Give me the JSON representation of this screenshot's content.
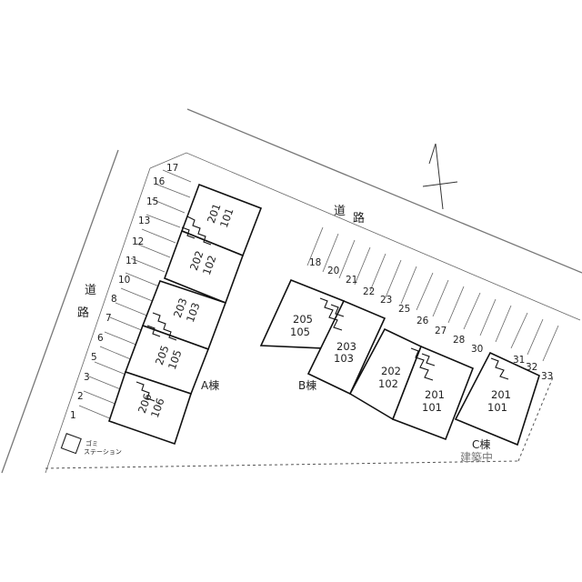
{
  "road_label_top": {
    "c1": "道",
    "c2": "路"
  },
  "road_label_left": {
    "c1": "道",
    "c2": "路"
  },
  "parking_numbers": {
    "p1": "1",
    "p2": "2",
    "p3": "3",
    "p5": "5",
    "p6": "6",
    "p7": "7",
    "p8": "8",
    "p10": "10",
    "p11": "11",
    "p12": "12",
    "p13": "13",
    "p15": "15",
    "p16": "16",
    "p17": "17",
    "p18": "18",
    "p20": "20",
    "p21": "21",
    "p22": "22",
    "p23": "23",
    "p25": "25",
    "p26": "26",
    "p27": "27",
    "p28": "28",
    "p30": "30",
    "p31": "31",
    "p32": "32",
    "p33": "33"
  },
  "building_a": {
    "label": "A棟",
    "units": [
      {
        "upper": "201",
        "lower": "101"
      },
      {
        "upper": "202",
        "lower": "102"
      },
      {
        "upper": "203",
        "lower": "103"
      },
      {
        "upper": "205",
        "lower": "105"
      },
      {
        "upper": "206",
        "lower": "106"
      }
    ]
  },
  "building_b": {
    "label": "B棟",
    "units": [
      {
        "upper": "205",
        "lower": "105"
      },
      {
        "upper": "203",
        "lower": "103"
      },
      {
        "upper": "202",
        "lower": "102"
      },
      {
        "upper": "201",
        "lower": "101"
      }
    ]
  },
  "building_c": {
    "label": "C棟",
    "units": [
      {
        "upper": "201",
        "lower": "101"
      }
    ]
  },
  "garbage_station": {
    "line1": "ゴミ",
    "line2": "ステーション"
  },
  "under_construction": "建築中"
}
